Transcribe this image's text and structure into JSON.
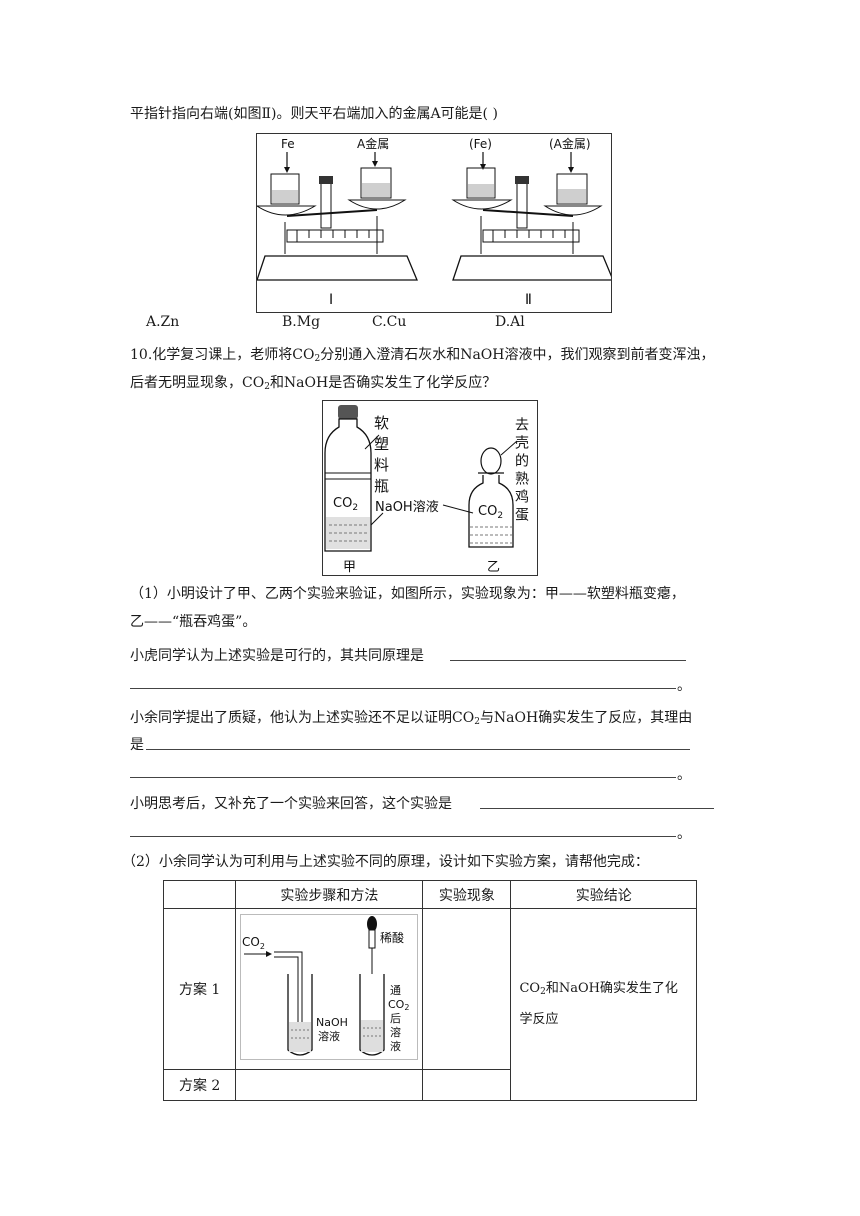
{
  "q9": {
    "intro": "平指针指向右端(如图Ⅱ)。则天平右端加入的金属A可能是(      )",
    "fig": {
      "left_fe": "Fe",
      "left_a": "A金属",
      "right_fe": "(Fe)",
      "right_a": "(A金属)",
      "label_1": "Ⅰ",
      "label_2": "Ⅱ"
    },
    "options": [
      "A.Zn",
      "B.Mg",
      "C.Cu",
      "D.Al"
    ]
  },
  "q10": {
    "line1_a": "10.化学复习课上，老师将CO",
    "line1_b": "分别通入澄清石灰水和NaOH溶液中，我们观察到前者变浑浊，",
    "line2_a": "后者无明显现象，CO",
    "line2_b": "和NaOH是否确实发生了化学反应？",
    "sub2": "2",
    "fig": {
      "bottle_label": "软塑料瓶",
      "co2": "CO",
      "co2_sub": "2",
      "naoh": "NaOH溶液",
      "egg_label": "去壳的熟鸡蛋",
      "jia": "甲",
      "yi": "乙"
    },
    "p1_a": "（1）小明设计了甲、乙两个实验来验证，如图所示，实验现象为：甲——软塑料瓶变瘪，",
    "p1_b": "乙——“瓶吞鸡蛋”。",
    "p2": "小虎同学认为上述实验是可行的，其共同原理是",
    "p3_a": "小余同学提出了质疑，他认为上述实验还不足以证明CO",
    "p3_b": "与NaOH确实发生了反应，其理由",
    "p3_c": "是",
    "p4": "小明思考后，又补充了一个实验来回答，这个实验是",
    "period": "。",
    "p5": "（2）小余同学认为可利用与上述实验不同的原理，设计如下实验方案，请帮他完成：",
    "table": {
      "headers": [
        "",
        "实验步骤和方法",
        "实验现象",
        "实验结论"
      ],
      "row1_label": "方案 1",
      "row2_label": "方案 2",
      "conclusion_a": "CO",
      "conclusion_b": "和NaOH确实发生了化",
      "conclusion_c": "学反应",
      "fig": {
        "co2": "CO",
        "co2_sub": "2",
        "naoh1": "NaOH",
        "naoh2": "溶液",
        "acid": "稀酸",
        "v1": "通",
        "v2": "CO",
        "v2sub": "2",
        "v3": "后",
        "v4": "溶",
        "v5": "液"
      }
    }
  }
}
